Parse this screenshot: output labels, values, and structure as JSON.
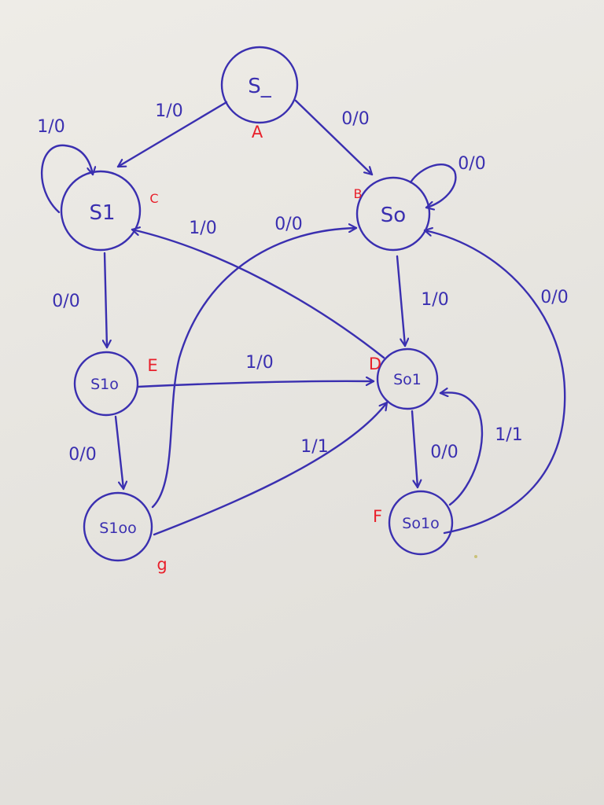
{
  "states": {
    "s_blank": {
      "label": "S_",
      "tag": "A"
    },
    "s1": {
      "label": "S1",
      "tag": "C"
    },
    "s0": {
      "label": "So",
      "tag": "B"
    },
    "s10": {
      "label": "S1o",
      "tag": "E"
    },
    "s01": {
      "label": "So1",
      "tag": "D"
    },
    "s100": {
      "label": "S1oo",
      "tag": "g"
    },
    "s010": {
      "label": "So1o",
      "tag": "F"
    }
  },
  "transitions": [
    {
      "from": "S_",
      "to": "S1",
      "label": "1/0"
    },
    {
      "from": "S_",
      "to": "So",
      "label": "0/0"
    },
    {
      "from": "S1",
      "to": "S1",
      "label": "1/0"
    },
    {
      "from": "So",
      "to": "So",
      "label": "0/0"
    },
    {
      "from": "S1",
      "to": "S1o",
      "label": "0/0"
    },
    {
      "from": "So1",
      "to": "S1",
      "label": "1/0"
    },
    {
      "from": "S1oo",
      "to": "So",
      "label": "0/0"
    },
    {
      "from": "So",
      "to": "So1",
      "label": "1/0"
    },
    {
      "from": "S1o",
      "to": "So1",
      "label": "1/0"
    },
    {
      "from": "S1o",
      "to": "S1oo",
      "label": "0/0"
    },
    {
      "from": "S1oo",
      "to": "So1",
      "label": "1/1"
    },
    {
      "from": "So1",
      "to": "So1o",
      "label": "0/0"
    },
    {
      "from": "So1o",
      "to": "So1",
      "label": "1/1"
    },
    {
      "from": "So1o",
      "to": "So",
      "label": "0/0"
    }
  ],
  "colors": {
    "ink": "#3a2fb0",
    "tag": "#e8202b",
    "paper": "#e9e7e2"
  }
}
